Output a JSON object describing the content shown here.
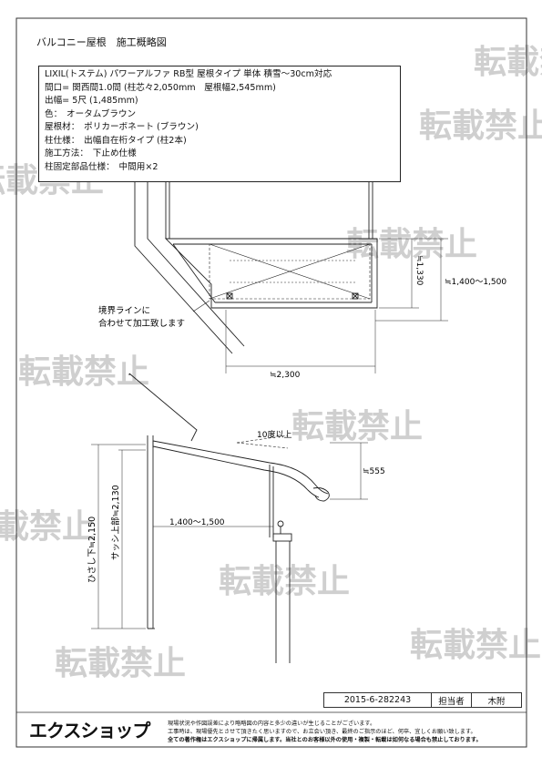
{
  "title": "バルコニー屋根　施工概略図",
  "spec": [
    "LIXIL(トステム) パワーアルファ RB型 屋根タイプ 単体 積雪～30cm対応",
    "間口= 関西間1.0間 (柱芯々2,050mm　屋根幅2,545mm)",
    "出幅= 5尺 (1,485mm)",
    "色：　オータムブラウン",
    "屋根材：　ポリカーボネート (ブラウン)",
    "柱仕様：　出幅自在桁タイプ (柱2本)",
    "施工方法：　下止め仕様",
    "柱固定部品仕様：　中間用×2"
  ],
  "dimensions": {
    "height_1330": "≒1,330",
    "height_range": "≒1,400～1,500",
    "width_2300": "≒2,300",
    "angle": "10度以上",
    "drop_555": "≒555",
    "depth_range": "1,400～1,500",
    "hisashi": "ひさし下≒2,150",
    "sash": "サッシ上部≒2,130"
  },
  "annotation": [
    "境界ラインに",
    "合わせて加工致します"
  ],
  "watermark": "転載禁止",
  "footer": {
    "doc_id": "2015-6-282243",
    "person_label": "担当者",
    "person_name": "木附"
  },
  "logo": "エクスショップ",
  "notes": [
    "現場状況や作図誤差により略略図の内容と多少の違いが生じることがございます。",
    "工事時は、現場優先とさせて頂きたく思いますので、お立会い頂き、最終のご指示のほど、何卒、宜しくお願い致します。",
    "全ての著作権はエクスショップに帰属します。当社とのお客様以外の使用・複製・転載は如何なる場合も禁止しております。"
  ],
  "colors": {
    "line": "#222222",
    "watermark": "#c8c8c8"
  }
}
